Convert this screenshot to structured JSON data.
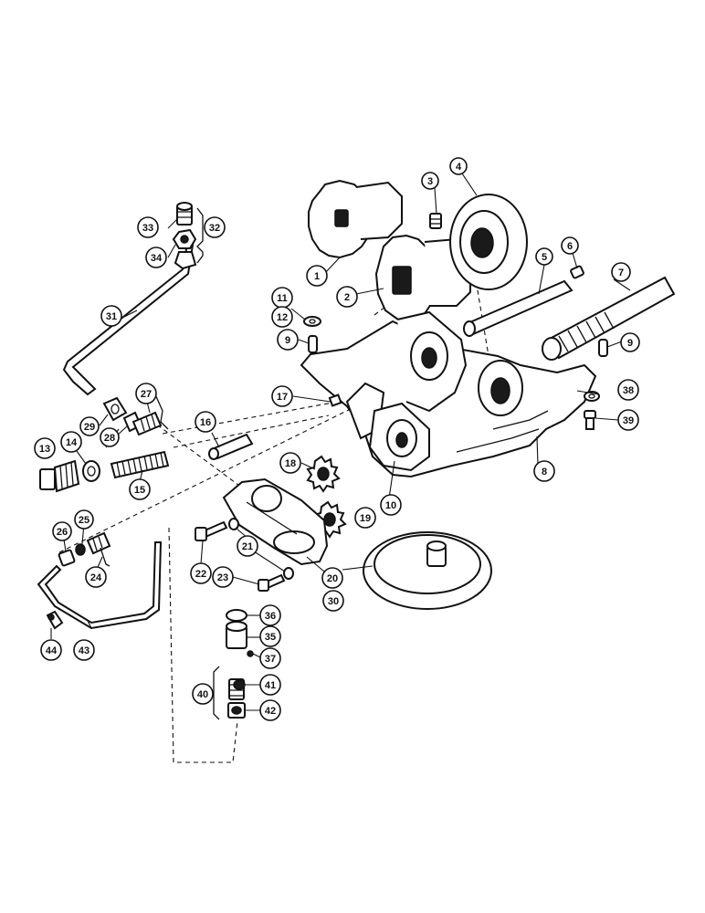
{
  "diagram": {
    "callouts": [
      {
        "id": "c1",
        "label": "1"
      },
      {
        "id": "c2",
        "label": "2"
      },
      {
        "id": "c3",
        "label": "3"
      },
      {
        "id": "c4",
        "label": "4"
      },
      {
        "id": "c5",
        "label": "5"
      },
      {
        "id": "c6",
        "label": "6"
      },
      {
        "id": "c7",
        "label": "7"
      },
      {
        "id": "c8",
        "label": "8"
      },
      {
        "id": "c9a",
        "label": "9"
      },
      {
        "id": "c9b",
        "label": "9"
      },
      {
        "id": "c10",
        "label": "10"
      },
      {
        "id": "c11",
        "label": "11"
      },
      {
        "id": "c12",
        "label": "12"
      },
      {
        "id": "c13",
        "label": "13"
      },
      {
        "id": "c14",
        "label": "14"
      },
      {
        "id": "c15",
        "label": "15"
      },
      {
        "id": "c16",
        "label": "16"
      },
      {
        "id": "c17",
        "label": "17"
      },
      {
        "id": "c18",
        "label": "18"
      },
      {
        "id": "c19",
        "label": "19"
      },
      {
        "id": "c20",
        "label": "20"
      },
      {
        "id": "c21",
        "label": "21"
      },
      {
        "id": "c22",
        "label": "22"
      },
      {
        "id": "c23",
        "label": "23"
      },
      {
        "id": "c24",
        "label": "24"
      },
      {
        "id": "c25",
        "label": "25"
      },
      {
        "id": "c26",
        "label": "26"
      },
      {
        "id": "c27",
        "label": "27"
      },
      {
        "id": "c28",
        "label": "28"
      },
      {
        "id": "c29",
        "label": "29"
      },
      {
        "id": "c30",
        "label": "30"
      },
      {
        "id": "c31",
        "label": "31"
      },
      {
        "id": "c32",
        "label": "32"
      },
      {
        "id": "c33",
        "label": "33"
      },
      {
        "id": "c34",
        "label": "34"
      },
      {
        "id": "c35",
        "label": "35"
      },
      {
        "id": "c36",
        "label": "36"
      },
      {
        "id": "c37",
        "label": "37"
      },
      {
        "id": "c38",
        "label": "38"
      },
      {
        "id": "c39",
        "label": "39"
      },
      {
        "id": "c40",
        "label": "40"
      },
      {
        "id": "c41",
        "label": "41"
      },
      {
        "id": "c42",
        "label": "42"
      },
      {
        "id": "c43",
        "label": "43"
      },
      {
        "id": "c44",
        "label": "44"
      }
    ]
  }
}
